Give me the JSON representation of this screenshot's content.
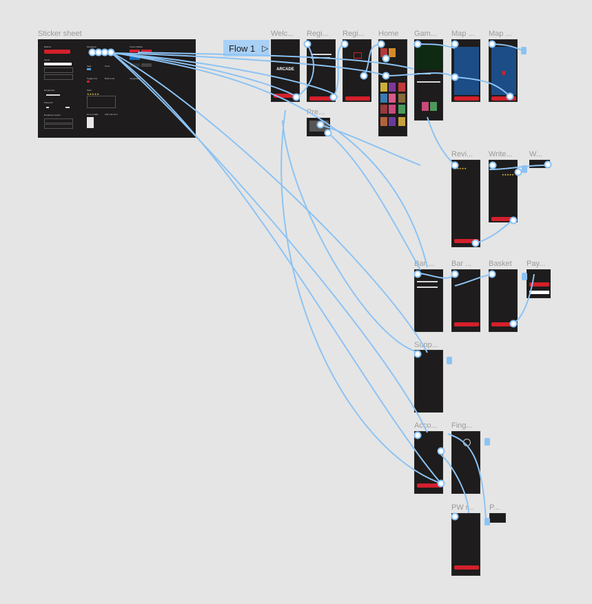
{
  "canvas": {
    "background": "#e5e5e5"
  },
  "sticker_sheet": {
    "label": "Sticker sheet",
    "sections": {
      "buttons": "Buttons",
      "navigation": "Navigation",
      "colour_palette": "Colour Palette",
      "inputs": "Inputs",
      "tags": "Tags",
      "icons": "Icons",
      "toggle": "Toggle Live",
      "button_go": "Button GO",
      "typography": "Typography",
      "dropdowns": "Dropdowns",
      "stars": "Stars",
      "phone_id": "Phone ID",
      "dropdown_reports": "Dropdown reports",
      "go_to_profile": "Go to profile",
      "add_note": "Add note item"
    }
  },
  "flow_button": {
    "label": "Flow 1",
    "icon": "play-icon"
  },
  "frames": [
    {
      "id": "welcome",
      "label": "Welc...",
      "brand": "ARCADE"
    },
    {
      "id": "register1",
      "label": "Regi..."
    },
    {
      "id": "register2",
      "label": "Regi..."
    },
    {
      "id": "home",
      "label": "Home"
    },
    {
      "id": "game",
      "label": "Gam..."
    },
    {
      "id": "map1",
      "label": "Map ..."
    },
    {
      "id": "map2",
      "label": "Map ..."
    },
    {
      "id": "preview",
      "label": "Pre..."
    },
    {
      "id": "reviews",
      "label": "Revi..."
    },
    {
      "id": "write",
      "label": "Write..."
    },
    {
      "id": "w",
      "label": "W..."
    },
    {
      "id": "bar1",
      "label": "Bar ..."
    },
    {
      "id": "bar2",
      "label": "Bar ..."
    },
    {
      "id": "basket",
      "label": "Basket"
    },
    {
      "id": "pay",
      "label": "Pay..."
    },
    {
      "id": "support",
      "label": "Supp..."
    },
    {
      "id": "account",
      "label": "Acco..."
    },
    {
      "id": "fingerprint",
      "label": "Fing..."
    },
    {
      "id": "pw",
      "label": "PW r..."
    },
    {
      "id": "p",
      "label": "P..."
    }
  ],
  "colors": {
    "accent": "#d3202c",
    "flow": "#8cc3f4",
    "frame_bg": "#1e1c1c",
    "map": "#1c4d86"
  }
}
